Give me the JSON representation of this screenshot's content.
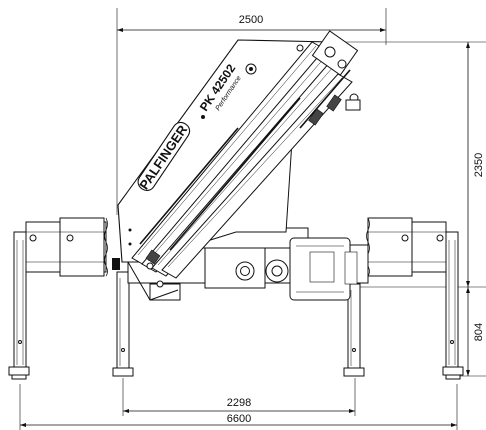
{
  "dimensions": {
    "top_width": "2500",
    "height_right": "2350",
    "lower_height": "804",
    "inner_width": "2298",
    "outer_width": "6600"
  },
  "crane": {
    "brand": "PALFINGER",
    "model": "PK 42502",
    "variant": "Performance"
  }
}
